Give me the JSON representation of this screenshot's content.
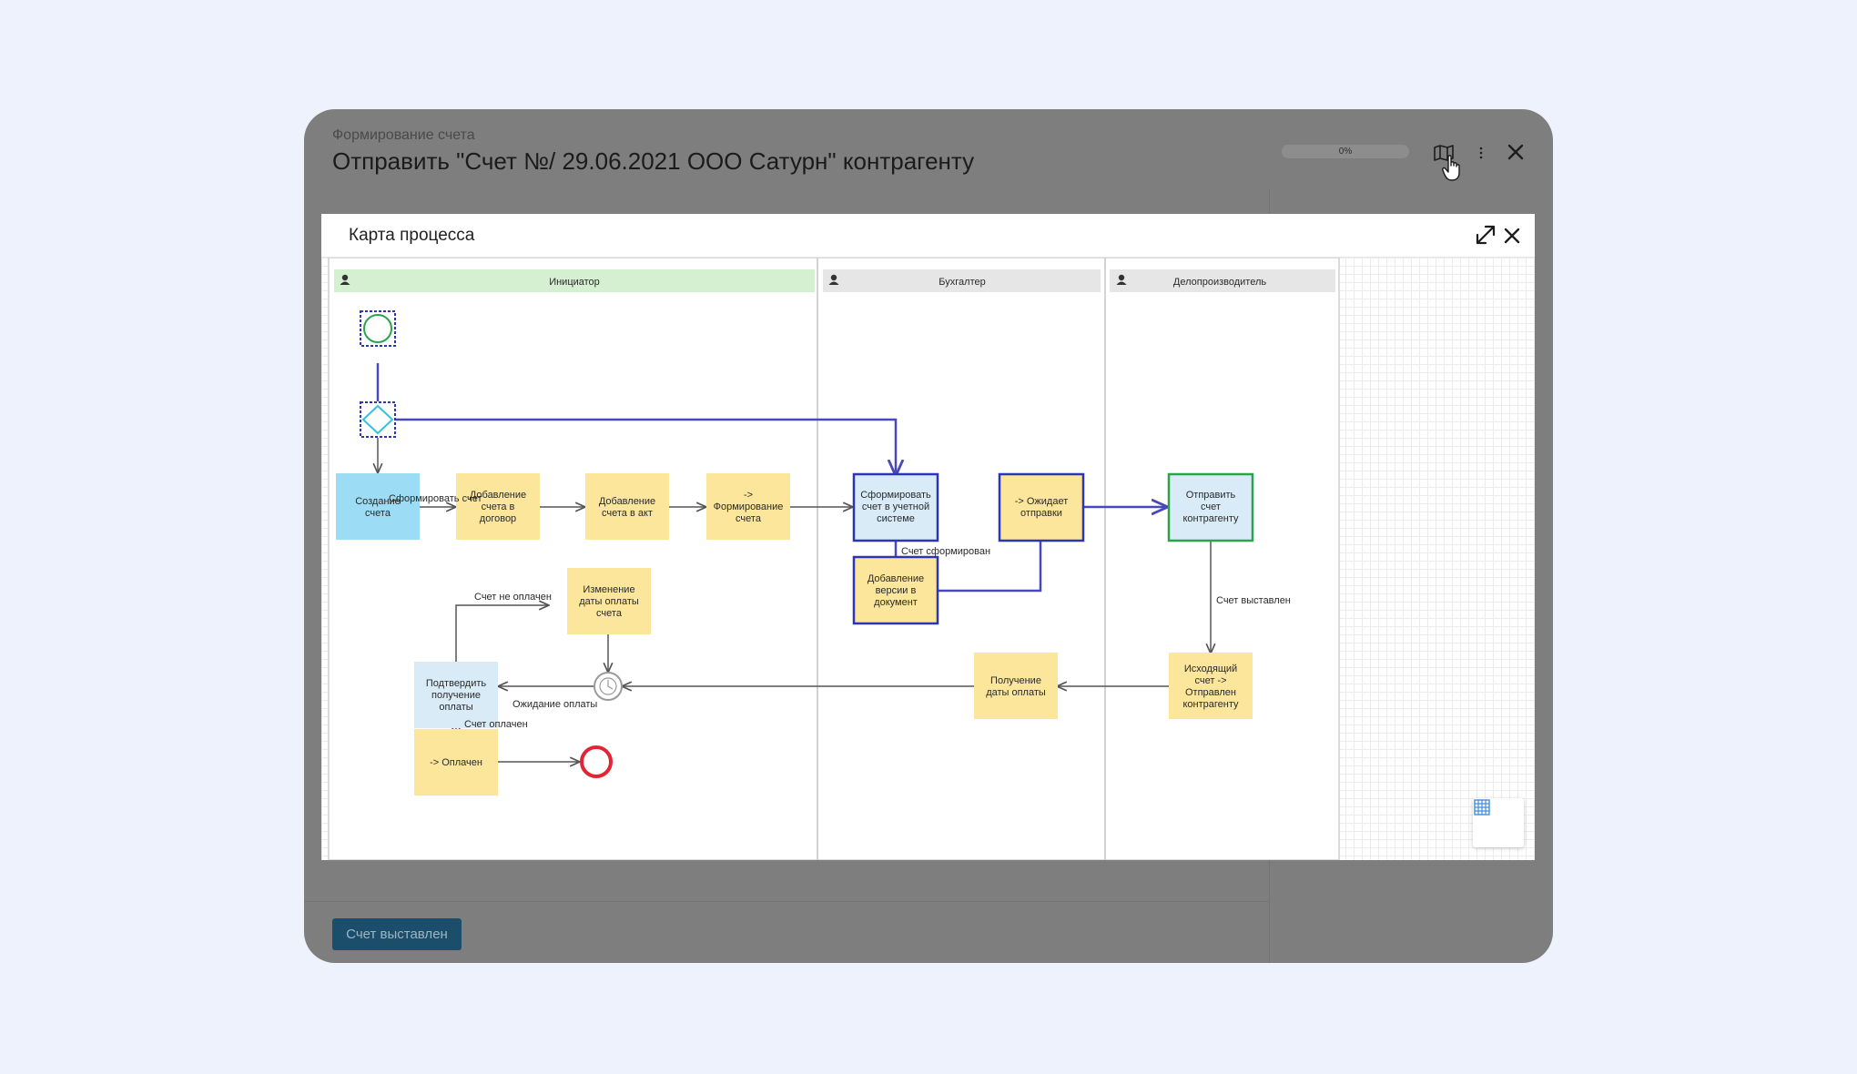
{
  "header": {
    "breadcrumb": "Формирование счета",
    "title": "Отправить \"Счет №/ 29.06.2021 ООО Сатурн\" контрагенту",
    "progress_text": "0%"
  },
  "icons": {
    "map": "map-icon",
    "more": "more-vertical-icon",
    "close": "close-icon",
    "expand": "expand-icon",
    "grid": "grid-icon",
    "cursor": "hand-cursor-icon"
  },
  "modal": {
    "title": "Карта процесса"
  },
  "lanes": [
    "Инициатор",
    "Бухгалтер",
    "Делопроизводитель"
  ],
  "nodes": {
    "create": [
      "Создание",
      "счета"
    ],
    "add_contract": [
      "Добавление",
      "счета в",
      "договор"
    ],
    "add_act": [
      "Добавление",
      "счета в акт"
    ],
    "formation": [
      "->",
      "Формирование",
      "счета"
    ],
    "form_account": [
      "Сформировать",
      "счет в учетной",
      "системе"
    ],
    "await_send": [
      "-> Ожидает",
      "отправки"
    ],
    "send_counterparty": [
      "Отправить",
      "счет",
      "контрагенту"
    ],
    "add_version": [
      "Добавление",
      "версии в",
      "документ"
    ],
    "change_date": [
      "Изменение",
      "даты оплаты",
      "счета"
    ],
    "confirm_payment": [
      "Подтвердить",
      "получение",
      "оплаты"
    ],
    "receive_date": [
      "Получение",
      "даты оплаты"
    ],
    "outgoing": [
      "Исходящий",
      "счет ->",
      "Отправлен",
      "контрагенту"
    ],
    "paid": [
      "-> Оплачен"
    ]
  },
  "edge_labels": {
    "form_account": "Сформировать счет",
    "account_formed": "Счет сформирован",
    "issued": "Счет выставлен",
    "not_paid": "Счет не оплачен",
    "waiting_payment": "Ожидание оплаты",
    "paid": "Счет оплачен"
  },
  "footer": {
    "button": "Счет выставлен"
  },
  "colors": {
    "task_yellow": "#fbe69b",
    "task_blue": "#d8ebf7",
    "task_cyan": "#9cdcf4",
    "selected_border": "#2c35b5",
    "end_red": "#e22434",
    "start_green": "#2aa34a"
  }
}
